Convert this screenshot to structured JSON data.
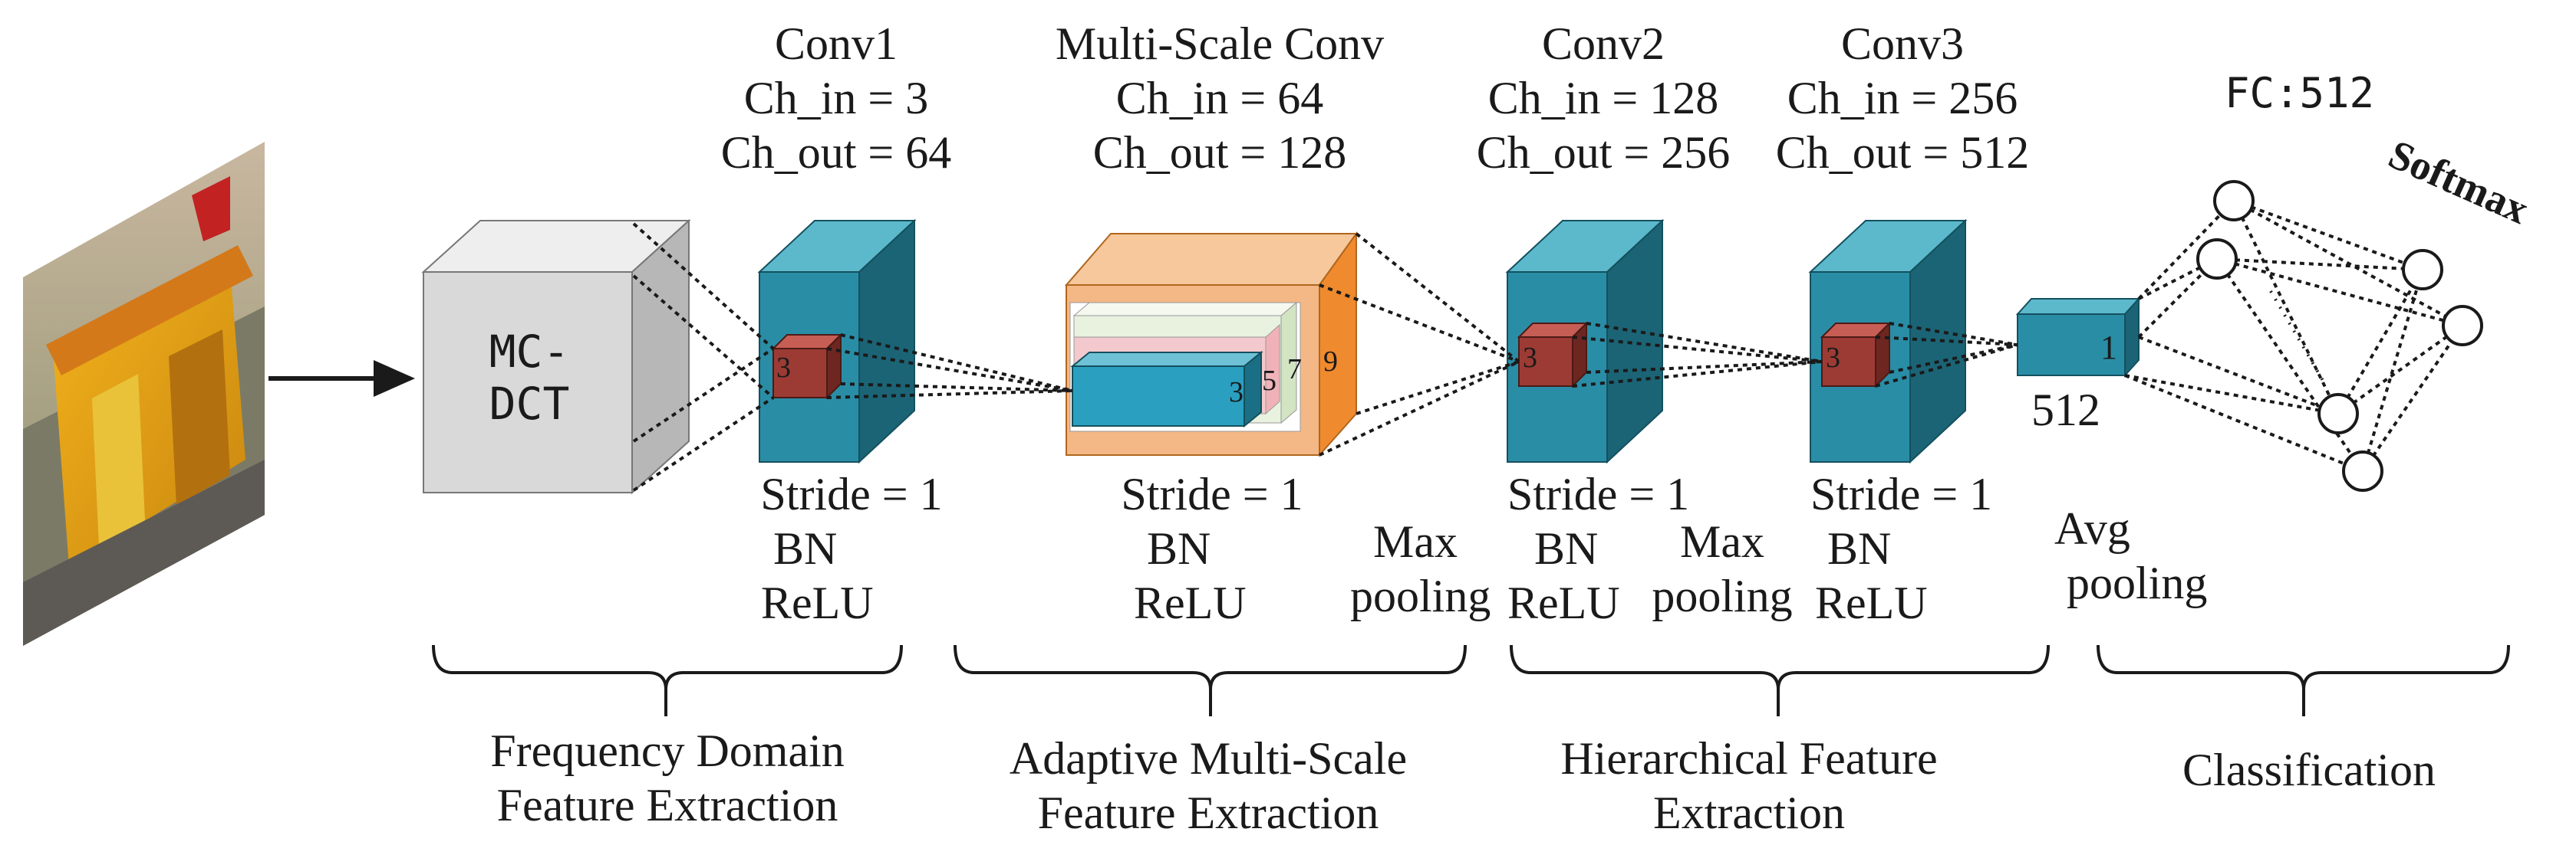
{
  "conv1": {
    "title": "Conv1",
    "ch_in": "Ch_in = 3",
    "ch_out": "Ch_out = 64",
    "kernel": "3",
    "stride": "Stride = 1",
    "bn": "BN",
    "relu": "ReLU"
  },
  "msconv": {
    "title": "Multi-Scale Conv",
    "ch_in": "Ch_in = 64",
    "ch_out": "Ch_out = 128",
    "k3": "3",
    "k5": "5",
    "k7": "7",
    "k9": "9",
    "stride": "Stride = 1",
    "bn": "BN",
    "relu": "ReLU",
    "pool1": "Max",
    "pool2": "pooling"
  },
  "conv2": {
    "title": "Conv2",
    "ch_in": "Ch_in = 128",
    "ch_out": "Ch_out = 256",
    "kernel": "3",
    "stride": "Stride = 1",
    "bn": "BN",
    "relu": "ReLU",
    "pool1": "Max",
    "pool2": "pooling"
  },
  "conv3": {
    "title": "Conv3",
    "ch_in": "Ch_in = 256",
    "ch_out": "Ch_out = 512",
    "kernel": "3",
    "stride": "Stride = 1",
    "bn": "BN",
    "relu": "ReLU"
  },
  "mcdct": {
    "line1": "MC-",
    "line2": "DCT"
  },
  "avgpool": {
    "size": "512",
    "depth": "1",
    "label1": "Avg",
    "label2": "pooling"
  },
  "fc": {
    "title": "FC:512",
    "softmax": "Softmax"
  },
  "groups": [
    {
      "line1": "Frequency Domain",
      "line2": "Feature Extraction"
    },
    {
      "line1": "Adaptive Multi-Scale",
      "line2": "Feature Extraction"
    },
    {
      "line1": "Hierarchical Feature",
      "line2": "Extraction"
    },
    {
      "line1": "Classification",
      "line2": ""
    }
  ],
  "colors": {
    "teal_front": "#2a8da6",
    "teal_top": "#5cb9cc",
    "teal_side": "#1b6476",
    "kernel_red": "#9c3b34",
    "orange": "#f08a2e",
    "gray": "#d9d9d9"
  }
}
